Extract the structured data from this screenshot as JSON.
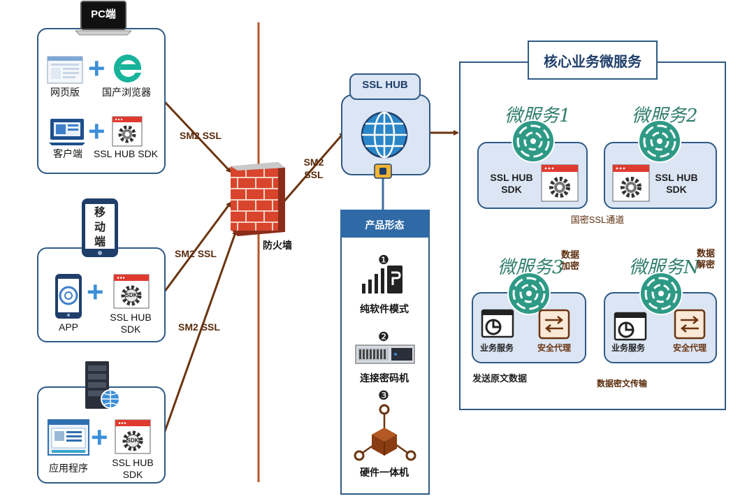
{
  "pc": {
    "device_label": "PC端",
    "web_label": "网页版",
    "browser_label": "国产浏览器",
    "client_label": "客户端",
    "sdk_label": "SSL HUB SDK"
  },
  "mobile": {
    "device_label": "移动端",
    "app_label": "APP",
    "sdk_label": "SSL HUB SDK"
  },
  "server": {
    "app_label": "应用程序",
    "sdk_label": "SSL HUB SDK"
  },
  "sdk_badge": "SDK",
  "connections": {
    "pc": "SM2 SSL",
    "mobile": "SM2 SSL",
    "server": "SM2 SSL",
    "firewall_to_hub": "SM2 SSL"
  },
  "firewall_label": "防火墙",
  "hub": {
    "title": "SSL HUB"
  },
  "product": {
    "title": "产品形态",
    "items": [
      {
        "num": "❶",
        "label": "纯软件模式"
      },
      {
        "num": "❷",
        "label": "连接密码机"
      },
      {
        "num": "❸",
        "label": "硬件一体机"
      }
    ]
  },
  "core": {
    "title": "核心业务微服务",
    "ms1": {
      "title": "微服务1",
      "sdk": "SSL HUB SDK"
    },
    "ms2": {
      "title": "微服务2",
      "sdk": "SSL HUB SDK"
    },
    "channel": "国密SSL通道",
    "ms3": {
      "title": "微服务3",
      "business": "业务服务",
      "proxy": "安全代理",
      "note": "数据加密"
    },
    "msn": {
      "title": "微服务N",
      "business": "业务服务",
      "proxy": "安全代理",
      "note": "数据解密"
    },
    "send_plain": "发送原文数据",
    "cipher_transfer": "数据密文传输"
  },
  "colors": {
    "frame_blue": "#2f5a86",
    "connector_brown": "#6b3410",
    "divider_orange": "#b05a2a",
    "accent_red": "#e03a2f",
    "teal": "#2e7d6a"
  }
}
